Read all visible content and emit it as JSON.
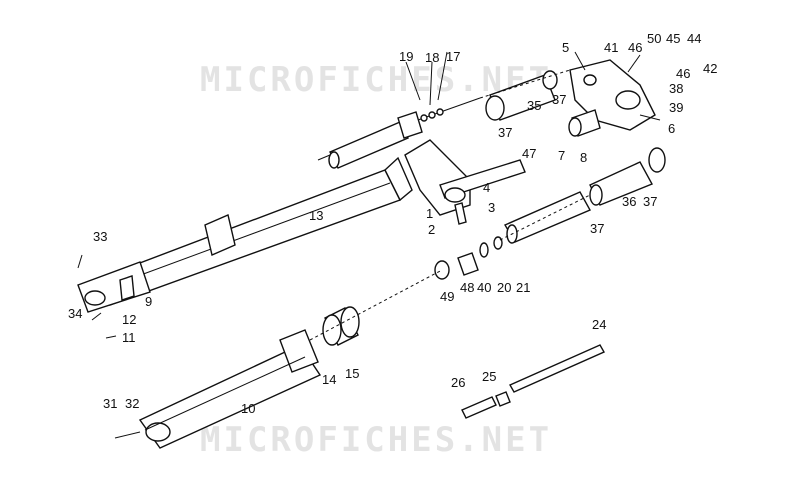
{
  "watermark": {
    "top": "MICROFICHES.NET",
    "bottom": "MICROFICHES.NET"
  },
  "labels": {
    "p1": "1",
    "p2": "2",
    "p3": "3",
    "p4": "4",
    "p5": "5",
    "p6": "6",
    "p7": "7",
    "p8": "8",
    "p9": "9",
    "p10": "10",
    "p11": "11",
    "p12": "12",
    "p13": "13",
    "p14": "14",
    "p15": "15",
    "p17": "17",
    "p18": "18",
    "p19": "19",
    "p20": "20",
    "p21": "21",
    "p24": "24",
    "p25": "25",
    "p26": "26",
    "p31": "31",
    "p32": "32",
    "p33": "33",
    "p34": "34",
    "p35": "35",
    "p36": "36",
    "p37a": "37",
    "p37b": "37",
    "p37c": "37",
    "p37d": "37",
    "p38": "38",
    "p39": "39",
    "p40": "40",
    "p41": "41",
    "p42": "42",
    "p44": "44",
    "p45": "45",
    "p46a": "46",
    "p46b": "46",
    "p47": "47",
    "p48": "48",
    "p49": "49",
    "p50": "50"
  }
}
